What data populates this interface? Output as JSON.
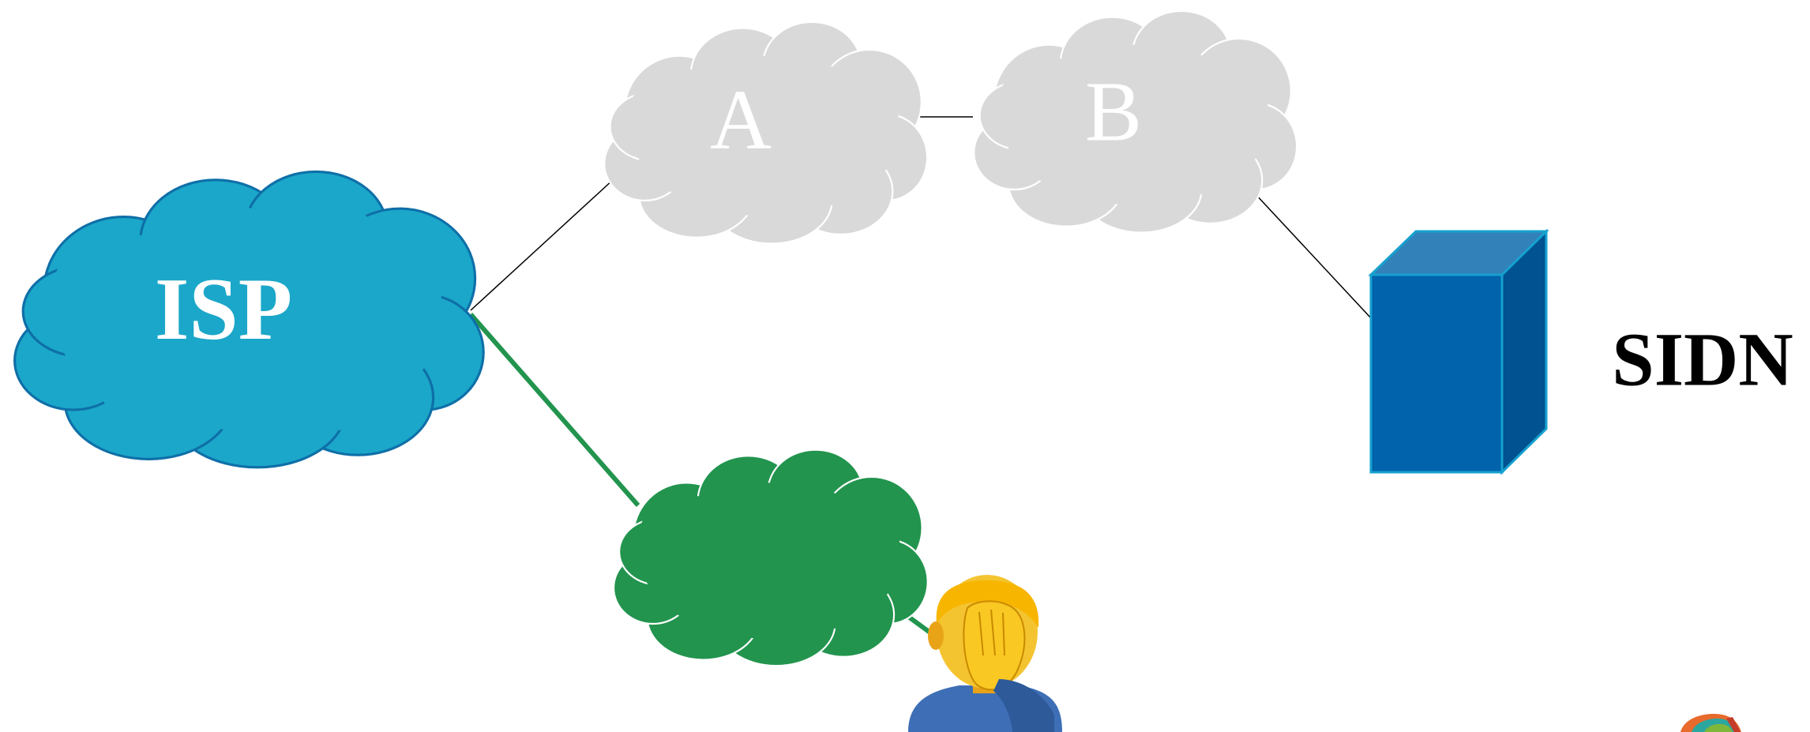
{
  "diagram": {
    "nodes": {
      "isp": {
        "label": "ISP",
        "color": "#1BA7C9",
        "outline": "#0E6FA8"
      },
      "cloud_a": {
        "label": "A",
        "color": "#D9D9D9"
      },
      "cloud_b": {
        "label": "B",
        "color": "#D9D9D9"
      },
      "green_cloud": {
        "label": "",
        "color": "#22944E"
      },
      "sidn": {
        "label": "SIDN",
        "front": "#0063AB",
        "top": "#3381B9",
        "side": "#005290",
        "outline": "#16A1CF"
      },
      "user": {
        "icon": "face-palm-person-icon"
      }
    },
    "links": [
      {
        "from": "isp",
        "to": "cloud_a",
        "color": "#000000"
      },
      {
        "from": "cloud_a",
        "to": "cloud_b",
        "color": "#000000"
      },
      {
        "from": "cloud_b",
        "to": "sidn",
        "color": "#000000"
      },
      {
        "from": "isp",
        "to": "green_cloud",
        "color": "#22944E"
      },
      {
        "from": "green_cloud",
        "to": "user",
        "color": "#22944E"
      }
    ],
    "corner_logo": {
      "icon": "partial-logo-icon"
    }
  }
}
